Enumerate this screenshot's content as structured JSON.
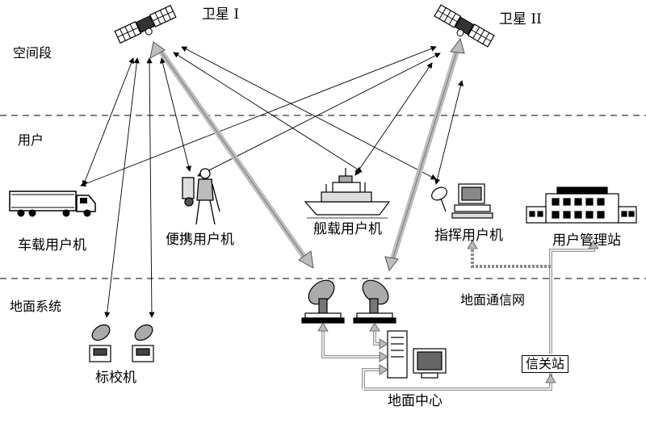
{
  "segments": {
    "space": "空间段",
    "user": "用户",
    "ground": "地面系统"
  },
  "satellites": {
    "sat1": "卫星 I",
    "sat2": "卫星 II"
  },
  "users": {
    "vehicle": "车载用户机",
    "portable": "便携用户机",
    "ship": "舰载用户机",
    "command": "指挥用户机",
    "station": "用户管理站"
  },
  "ground": {
    "calibration": "标校机",
    "center": "地面中心",
    "network": "地面通信网",
    "gateway": "信关站"
  }
}
